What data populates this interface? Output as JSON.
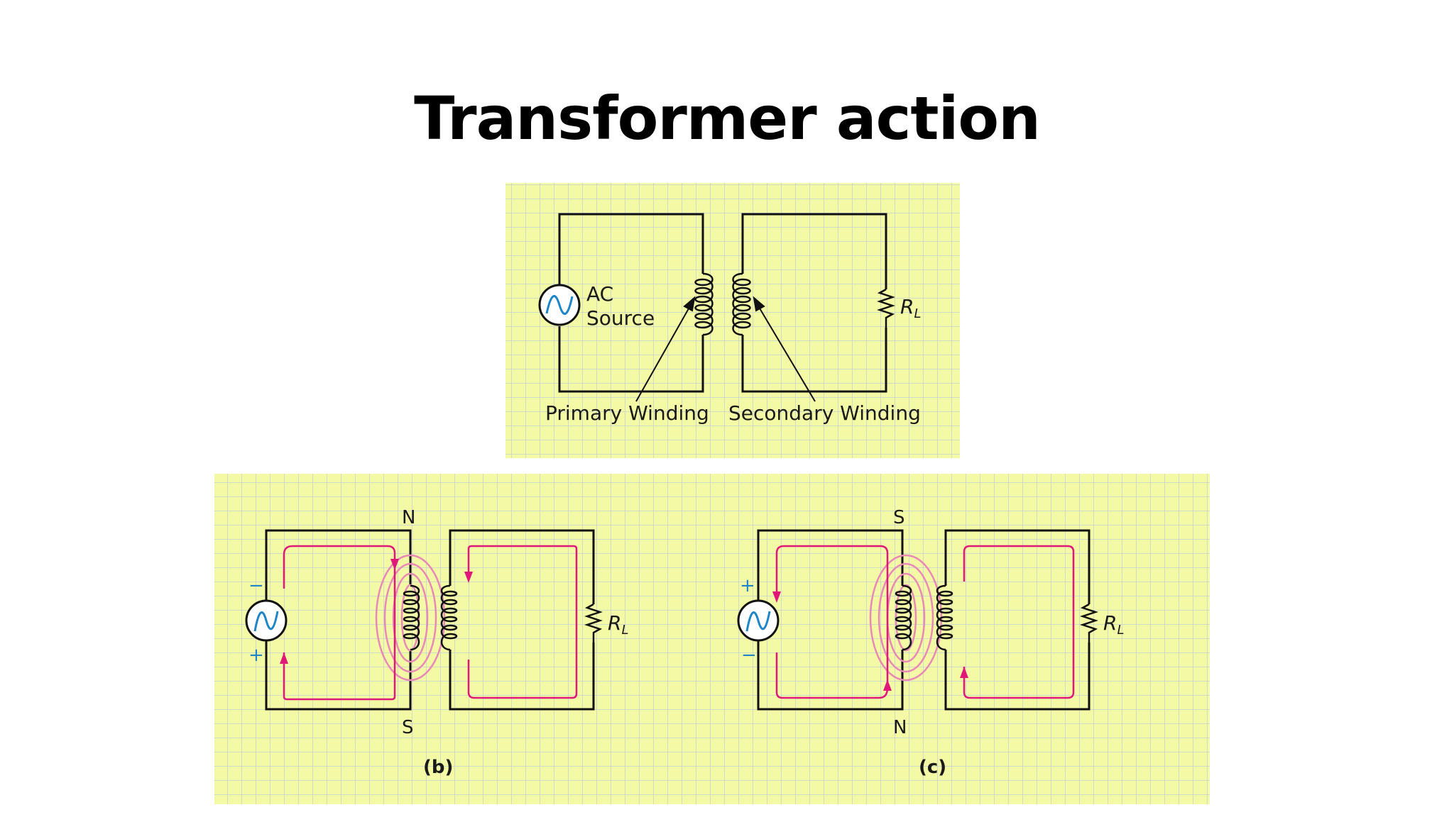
{
  "slide": {
    "title": "Transformer action"
  },
  "colors": {
    "paper": "#f3f9a5",
    "grid": "#b9c9d9",
    "wire": "#111111",
    "current": "#e0187a",
    "flux": "#e889b8",
    "source": "#1e86c8",
    "polarity": "#1e86c8"
  },
  "icons": {
    "source": "ac-sine-icon",
    "resistor": "resistor-icon",
    "coil": "coil-icon"
  },
  "panel_a": {
    "source_label_line1": "AC",
    "source_label_line2": "Source",
    "load_label": "R",
    "load_subscript": "L",
    "primary_label": "Primary Winding",
    "secondary_label": "Secondary Winding"
  },
  "panel_b": {
    "caption": "(b)",
    "pole_top": "N",
    "pole_bottom": "S",
    "polarity_top": "−",
    "polarity_bottom": "+",
    "load_label": "R",
    "load_subscript": "L"
  },
  "panel_c": {
    "caption": "(c)",
    "pole_top": "S",
    "pole_bottom": "N",
    "polarity_top": "+",
    "polarity_bottom": "−",
    "load_label": "R",
    "load_subscript": "L"
  }
}
